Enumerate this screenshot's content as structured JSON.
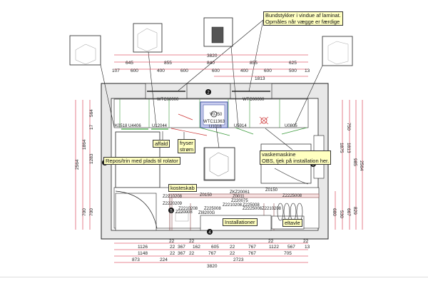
{
  "notes": {
    "windows": "Bundstykker i vindue af laminat.\nOpmåles når vægge er færdige",
    "affald": "affald",
    "fryser": "fryser\nstrøm",
    "repos": "Repos/trin med plads til rolator",
    "vaskemaskine": "vaskemaskine\nOBS, tjek på installation her.",
    "kosteskab": "kosteskab",
    "installationer": "Installationer",
    "eltavle": "eltavle"
  },
  "markers": [
    "2",
    "3",
    "4",
    "5"
  ],
  "cabinet_labels": {
    "k0518": "K0518",
    "u4406": "U4406",
    "u12044": "U12044",
    "u5914": "U5914",
    "u0805": "U0805",
    "wtc_left": "WTC00000",
    "wtc_right": "WTC00000",
    "sink_v": "V0750",
    "sink_wtc": "WTC11363",
    "sink_u": "U1018"
  },
  "bottom_labels": [
    "Z2210208",
    "Z0150",
    "ZKZ20061",
    "Z0150",
    "Z0011",
    "Z2220209",
    "Z220075",
    "Z2210208",
    "Z225008",
    "Z2210208",
    "Z225008",
    "Z2225008",
    "Z220008",
    "Z2210208",
    "Z2225008",
    "ZI8200G"
  ],
  "dims_top": {
    "total": "3820",
    "row2": [
      "645",
      "855",
      "840",
      "855",
      "625"
    ],
    "row3": [
      "107",
      "600",
      "400",
      "600",
      "600",
      "400",
      "600",
      "500",
      "13"
    ],
    "row4": "1813"
  },
  "dims_bottom": {
    "row0": [
      "22",
      "22",
      "22",
      "22"
    ],
    "row1": [
      "1126",
      "22",
      "367",
      "162",
      "605",
      "22",
      "767",
      "1122",
      "567",
      "13"
    ],
    "row2": [
      "1148",
      "22",
      "367",
      "22",
      "767",
      "22",
      "767",
      "705"
    ],
    "row3": [
      "873",
      "224",
      "2723"
    ],
    "total": "3820"
  },
  "dims_left": {
    "a": "2564",
    "b": "1864",
    "c": "700",
    "d": "564",
    "e": "17",
    "f": "1283",
    "g": "700"
  },
  "dims_right": {
    "a": "750",
    "b": "1875",
    "c": "1813",
    "d": "985",
    "e": "680",
    "f": "530",
    "g": "667",
    "h": "829",
    "i": "2564"
  },
  "colors": {
    "dim": "#e06070",
    "wall": "#e8e8e8",
    "outline": "#222",
    "cabinet": "#3a9a3a",
    "note_bg": "#ffffc0",
    "sink": "#4455aa"
  }
}
